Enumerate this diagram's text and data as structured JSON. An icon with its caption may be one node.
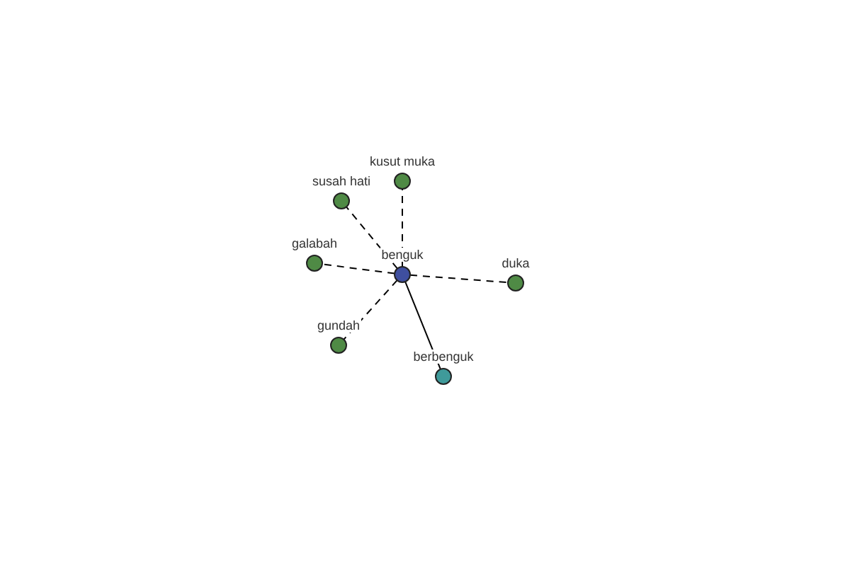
{
  "diagram": {
    "nodes": [
      {
        "text": [
          "benguk"
        ]
      },
      {
        "text": [
          "kusut muka"
        ]
      },
      {
        "text": [
          "susah hati"
        ]
      },
      {
        "text": [
          "galabah"
        ]
      },
      {
        "text": [
          "gundah"
        ]
      },
      {
        "text": [
          "duka"
        ]
      },
      {
        "text": [
          "berbenguk"
        ]
      }
    ],
    "edges": [
      {
        "from": 0,
        "to": 1,
        "arrow": "none",
        "style": "dashed"
      },
      {
        "from": 0,
        "to": 2,
        "arrow": "none",
        "style": "dashed"
      },
      {
        "from": 0,
        "to": 3,
        "arrow": "none",
        "style": "dashed"
      },
      {
        "from": 0,
        "to": 4,
        "arrow": "none",
        "style": "dashed"
      },
      {
        "from": 0,
        "to": 5,
        "arrow": "none",
        "style": "dashed"
      },
      {
        "from": 0,
        "to": 6,
        "arrow": "none"
      }
    ]
  }
}
